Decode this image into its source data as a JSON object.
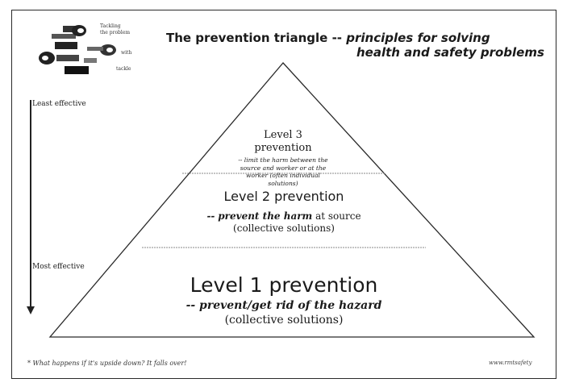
{
  "title": {
    "main": "The prevention triangle",
    "separator": "--",
    "sub_line1": "principles for solving",
    "sub_line2": "health and safety problems"
  },
  "logo": {
    "texts": [
      "Tackling",
      "the problem",
      "with",
      "tackle"
    ]
  },
  "side_labels": {
    "least": "Least effective",
    "most": "Most effective"
  },
  "levels": {
    "l3": {
      "title_line1": "Level 3",
      "title_line2": "prevention",
      "desc_lines": [
        "-- limit the harm between the",
        "source and worker or at the",
        "worker (often individual",
        "solutions)"
      ]
    },
    "l2": {
      "title": "Level 2 prevention",
      "desc_prefix": "--",
      "desc_emph": "prevent the harm",
      "desc_rest": "at source",
      "desc_line2": "(collective solutions)"
    },
    "l1": {
      "title": "Level 1 prevention",
      "desc_line1": "-- prevent/get rid of the hazard",
      "desc_line2": "(collective solutions)"
    }
  },
  "footer": {
    "question": "* What happens if it's upside down? It falls over!",
    "credit": "www.rmtsafety"
  },
  "colors": {
    "line": "#2a2a2a",
    "text": "#1a1a1a",
    "background": "#ffffff"
  }
}
